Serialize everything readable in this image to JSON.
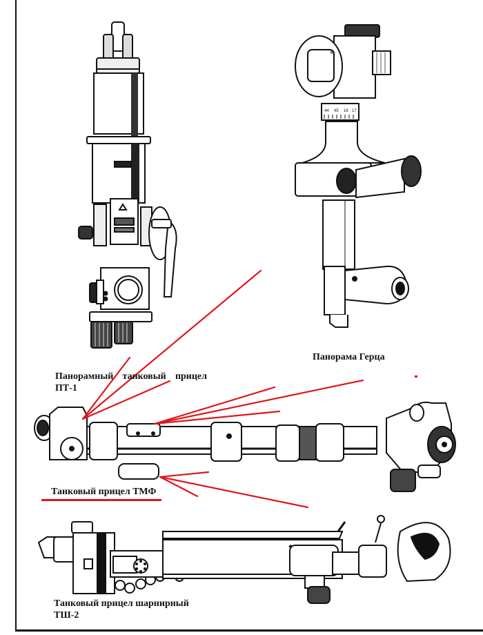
{
  "captions": {
    "pt1_line1_words": [
      "Панорамный",
      "танковый",
      "прицел"
    ],
    "pt1_line2": "ПТ-1",
    "hertz": "Панорама Герца",
    "tmf": "Танковый прицел ТМФ",
    "tsh2_line1": "Танковый прицел шарнирный",
    "tsh2_line2": "ТШ-2"
  },
  "hertz_scale_labels": [
    "44",
    "45",
    "16",
    "17"
  ],
  "colors": {
    "ink": "#111111",
    "annotation_red": "#e0141b",
    "paper": "#ffffff"
  }
}
